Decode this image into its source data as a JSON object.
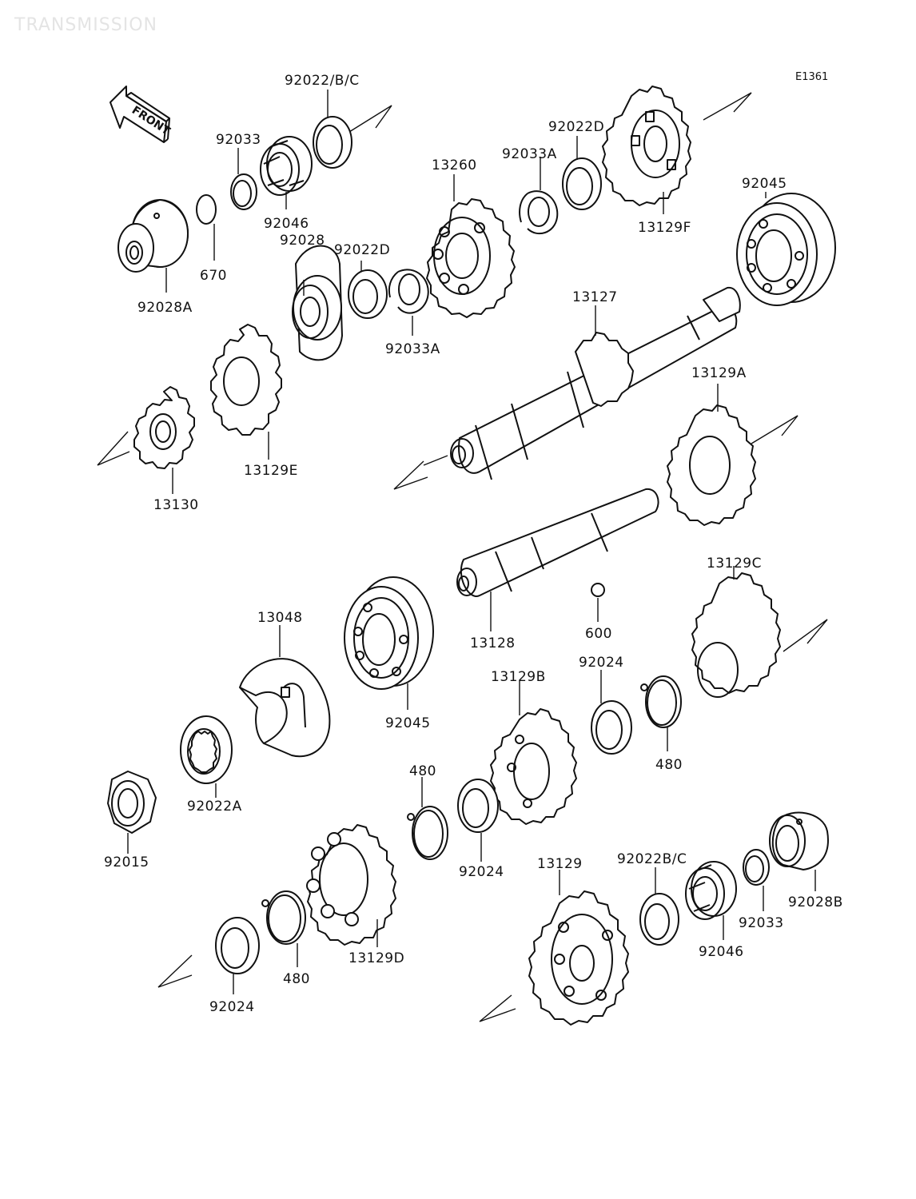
{
  "header": {
    "watermark": "TRANSMISSION",
    "drawing_code": "E1361",
    "front_label": "FRONT"
  },
  "callouts": {
    "c92022bc_top": "92022/B/C",
    "c92033_top": "92033",
    "c92046_top": "92046",
    "c670": "670",
    "c92028a": "92028A",
    "c92028": "92028",
    "c92022d_mid": "92022D",
    "c92033a_mid": "92033A",
    "c13260": "13260",
    "c92033a_top": "92033A",
    "c92022d_top": "92022D",
    "c13129f": "13129F",
    "c92045_top": "92045",
    "c13127": "13127",
    "c13129e": "13129E",
    "c13130": "13130",
    "c13129a": "13129A",
    "c13129c": "13129C",
    "c13128": "13128",
    "c600": "600",
    "c13048": "13048",
    "c92045_mid": "92045",
    "c13129b": "13129B",
    "c92024_right": "92024",
    "c480_right": "480",
    "c92015": "92015",
    "c92022a": "92022A",
    "c480_mid": "480",
    "c92024_mid": "92024",
    "c13129": "13129",
    "c92022bc_bottom": "92022B/C",
    "c92033_bottom": "92033",
    "c92028b": "92028B",
    "c92046_bottom": "92046",
    "c13129d": "13129D",
    "c480_bottom": "480",
    "c92024_bottom": "92024"
  }
}
